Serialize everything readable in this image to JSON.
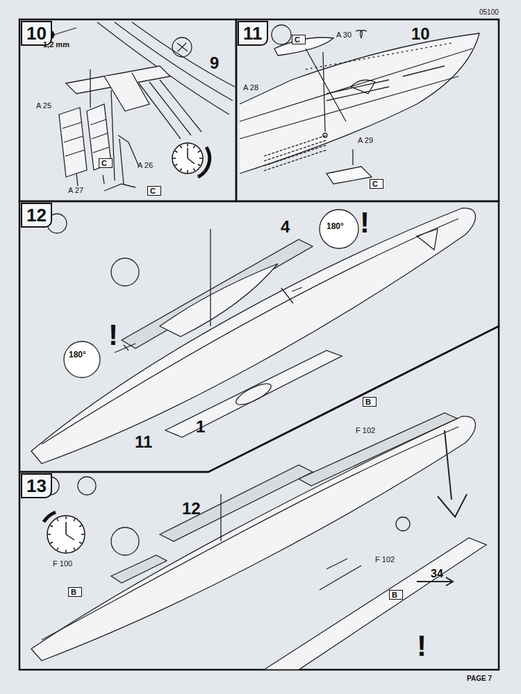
{
  "diagram": {
    "nodes": [
      {
        "text": [
          "10"
        ]
      },
      {
        "text": [
          "11"
        ]
      },
      {
        "text": [
          "12"
        ]
      },
      {
        "text": [
          "13"
        ]
      }
    ],
    "labels": [
      "05100",
      "1,2 mm",
      "A 25",
      "C",
      "A 26",
      "A 27",
      "C",
      "9",
      "A 30",
      "10",
      "C",
      "A 28",
      "A 29",
      "C",
      "4",
      "180°",
      "!",
      "180°",
      "!",
      "11",
      "1",
      "B",
      "F 102",
      "12",
      "F 100",
      "B",
      "F 102",
      "B",
      "34",
      "!",
      "PAGE 7"
    ]
  }
}
